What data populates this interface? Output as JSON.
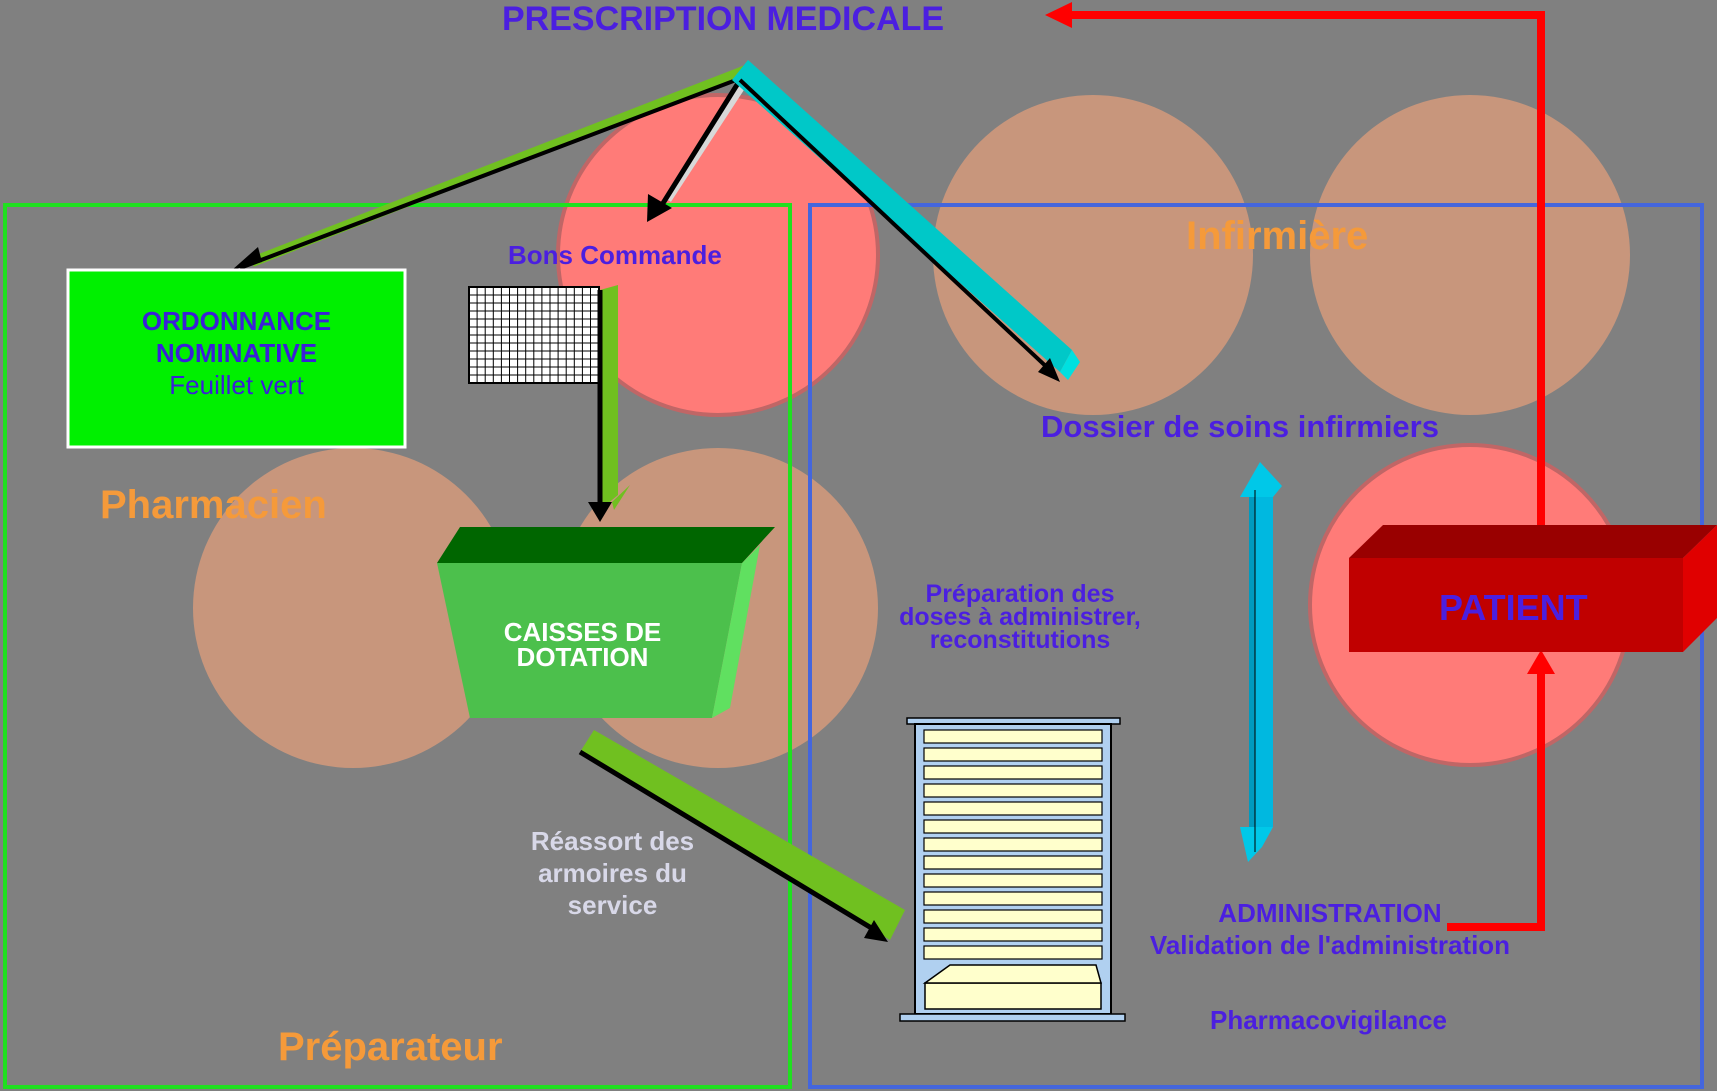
{
  "title": "PRESCRIPTION MEDICALE",
  "roles": {
    "pharmacien": "Pharmacien",
    "preparateur": "Préparateur",
    "infirmiere": "Infirmière"
  },
  "ordonnance": {
    "line1": "ORDONNANCE",
    "line2": "NOMINATIVE",
    "line3": "Feuillet vert"
  },
  "bons_commande": "Bons Commande",
  "caisses": {
    "line1": "CAISSES DE",
    "line2": "DOTATION"
  },
  "reassort": {
    "line1": "Réassort des",
    "line2": "armoires du",
    "line3": "service"
  },
  "dossier": "Dossier de soins infirmiers",
  "preparation": {
    "line1": "Préparation des",
    "line2": "doses à administrer,",
    "line3": "reconstitutions"
  },
  "patient": "PATIENT",
  "administration": {
    "line1": "ADMINISTRATION",
    "line2": "Validation de l'administration"
  },
  "pharmacovigilance": "Pharmacovigilance",
  "colors": {
    "background": "#808080",
    "label_blue": "#4B1FE0",
    "role_orange": "#F59A3A",
    "circle_peach": "#C8967C",
    "circle_red": "#FF7B78",
    "green_box": "#00F000",
    "red_arrow": "#FF0000",
    "cyan_arrow": "#00C8C8"
  }
}
